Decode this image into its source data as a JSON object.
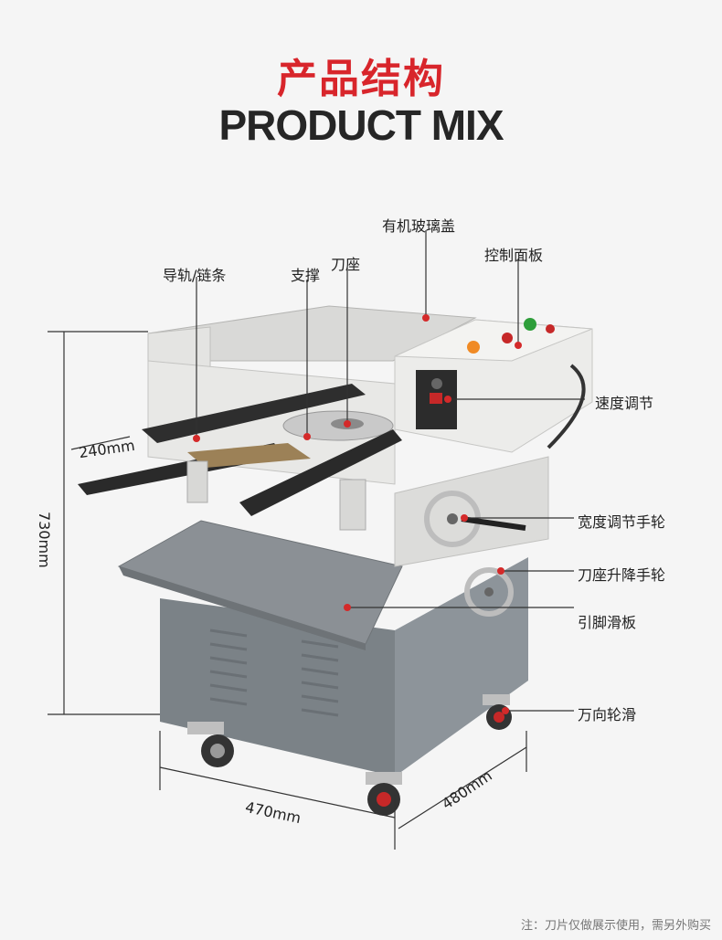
{
  "header": {
    "title_cn": "产品结构",
    "title_en": "PRODUCT MIX"
  },
  "callouts": {
    "glass_cover": "有机玻璃盖",
    "control_panel": "控制面板",
    "guide_rail": "导轨/链条",
    "support": "支撑",
    "blade_seat": "刀座",
    "speed_adjust": "速度调节",
    "width_handwheel": "宽度调节手轮",
    "blade_lift_handwheel": "刀座升降手轮",
    "lead_slide": "引脚滑板",
    "caster": "万向轮滑"
  },
  "dimensions": {
    "height": "730mm",
    "feed_width": "240mm",
    "width": "470mm",
    "depth": "480mm"
  },
  "footer": {
    "note": "注：刀片仅做展示使用，需另外购买"
  },
  "colors": {
    "accent_red": "#d8252b",
    "dot_red": "#d42a2a",
    "body_gray": "#7d8489",
    "top_white": "#e6e6e4"
  }
}
